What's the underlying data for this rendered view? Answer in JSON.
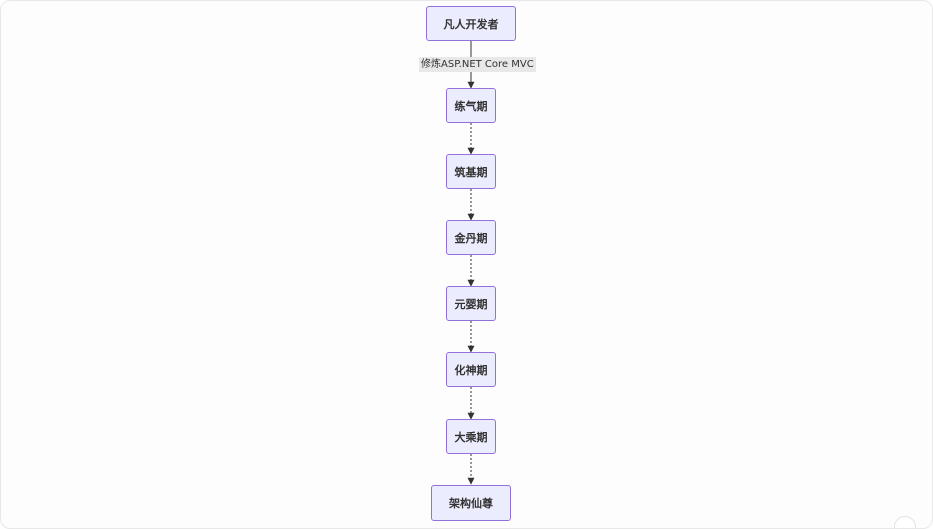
{
  "diagram": {
    "nodes": [
      {
        "id": "n0",
        "label": "凡人开发者"
      },
      {
        "id": "n1",
        "label": "练气期"
      },
      {
        "id": "n2",
        "label": "筑基期"
      },
      {
        "id": "n3",
        "label": "金丹期"
      },
      {
        "id": "n4",
        "label": "元婴期"
      },
      {
        "id": "n5",
        "label": "化神期"
      },
      {
        "id": "n6",
        "label": "大乘期"
      },
      {
        "id": "n7",
        "label": "架构仙尊"
      }
    ],
    "edges": [
      {
        "from": "n0",
        "to": "n1",
        "label": "修炼ASP.NET Core MVC"
      },
      {
        "from": "n1",
        "to": "n2",
        "label": ""
      },
      {
        "from": "n2",
        "to": "n3",
        "label": ""
      },
      {
        "from": "n3",
        "to": "n4",
        "label": ""
      },
      {
        "from": "n4",
        "to": "n5",
        "label": ""
      },
      {
        "from": "n5",
        "to": "n6",
        "label": ""
      },
      {
        "from": "n6",
        "to": "n7",
        "label": ""
      }
    ],
    "colors": {
      "node_fill": "#ececff",
      "node_border": "#9370db",
      "edge": "#333333",
      "label_bg": "#e8e8e8"
    }
  }
}
